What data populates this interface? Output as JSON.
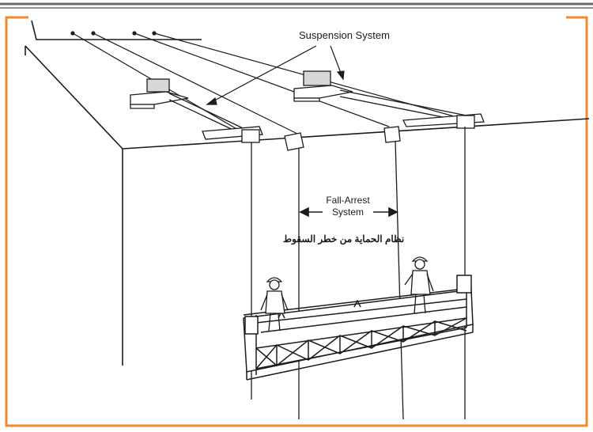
{
  "labels": {
    "suspension_system": "Suspension System",
    "fall_arrest_line1": "Fall-Arrest",
    "fall_arrest_line2": "System",
    "arabic_caption": "نظام الحماية من خطر السقوط"
  },
  "colors": {
    "frame_orange": "#f08a2c",
    "line_ink": "#1c1c1c",
    "top_rule": "#6a6a6a"
  }
}
